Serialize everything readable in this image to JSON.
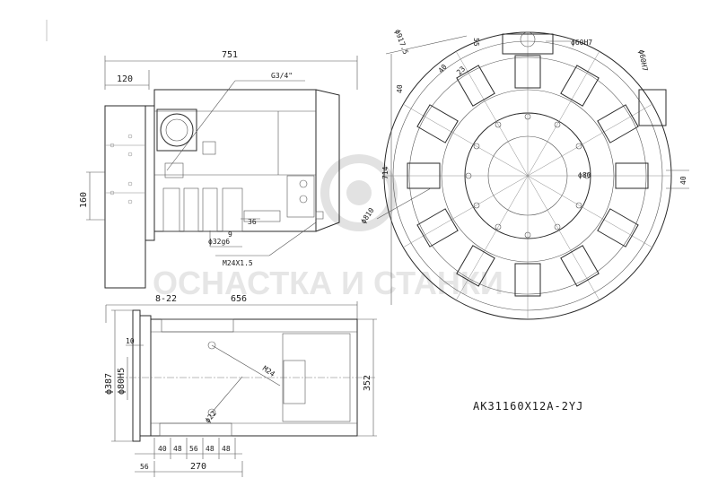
{
  "drawing": {
    "model_code": "AK31160X12A-2YJ",
    "watermark_text": "ОСНАСТКА И СТАНКИ",
    "side_view": {
      "overall_length": "751",
      "flange_offset": "120",
      "height": "160",
      "thread_note": "G3/4\"",
      "dim_9": "9",
      "dim_36": "36",
      "shaft_dia": "ϕ32g6",
      "thread_m24": "M24X1.5"
    },
    "top_view": {
      "dim_8_22": "8-22",
      "body_length": "656",
      "flange_thick": "10",
      "outer_dia": "ϕ387",
      "pilot_dia": "ϕ80H5",
      "width_352": "352",
      "hole_m24": "M24",
      "hole_22": "ϕ22",
      "spacing": [
        "40",
        "48",
        "56",
        "48",
        "48"
      ],
      "offset_56": "56",
      "span_270": "270"
    },
    "front_view": {
      "dia_917": "ϕ917.5",
      "pin_dia_top": "ϕ60H7",
      "pin_dia_right": "ϕ60H7",
      "dim_55": "55",
      "dim_40_top": "40",
      "dim_23": "23",
      "dim_40_left": "40",
      "dim_714": "714",
      "dim_810": "ϕ810",
      "dim_80": "ϕ80",
      "dim_40_right": "40"
    }
  },
  "colors": {
    "line": "#2a2a2a",
    "paper": "#ffffff",
    "watermark": "#e6e6e6"
  }
}
